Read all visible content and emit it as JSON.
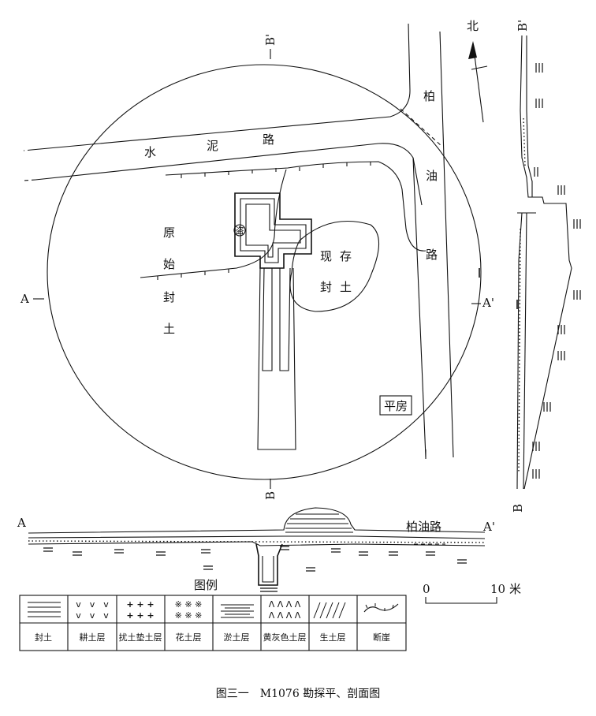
{
  "plan": {
    "section_a_left": "A",
    "section_a_right": "A'",
    "section_b_top": "B'",
    "section_b_bottom": "B",
    "north": "北",
    "road_cement": [
      "水",
      "泥",
      "路"
    ],
    "road_asphalt": [
      "柏",
      "油",
      "路"
    ],
    "original_mound": [
      "原",
      "始",
      "封",
      "土"
    ],
    "existing_mound": [
      "现",
      "存",
      "封",
      "土"
    ],
    "house": "平房",
    "tomb_marker": "盗"
  },
  "section_ab": {
    "left": "A",
    "right": "A'",
    "road": "柏油路"
  },
  "section_b": {
    "top": "B'",
    "bottom": "B"
  },
  "scale": {
    "start": "0",
    "end": "10",
    "unit": "米"
  },
  "legend": {
    "title": "图例",
    "items": [
      "封土",
      "耕土层",
      "扰土垫土层",
      "花土层",
      "淤土层",
      "黄灰色土层",
      "生土层",
      "断崖"
    ],
    "symbols": [
      "lines",
      "v",
      "plus",
      "asterisk",
      "waves",
      "triangle",
      "slash",
      "cliff"
    ]
  },
  "caption": "图三一　M1076 勘探平、剖面图"
}
